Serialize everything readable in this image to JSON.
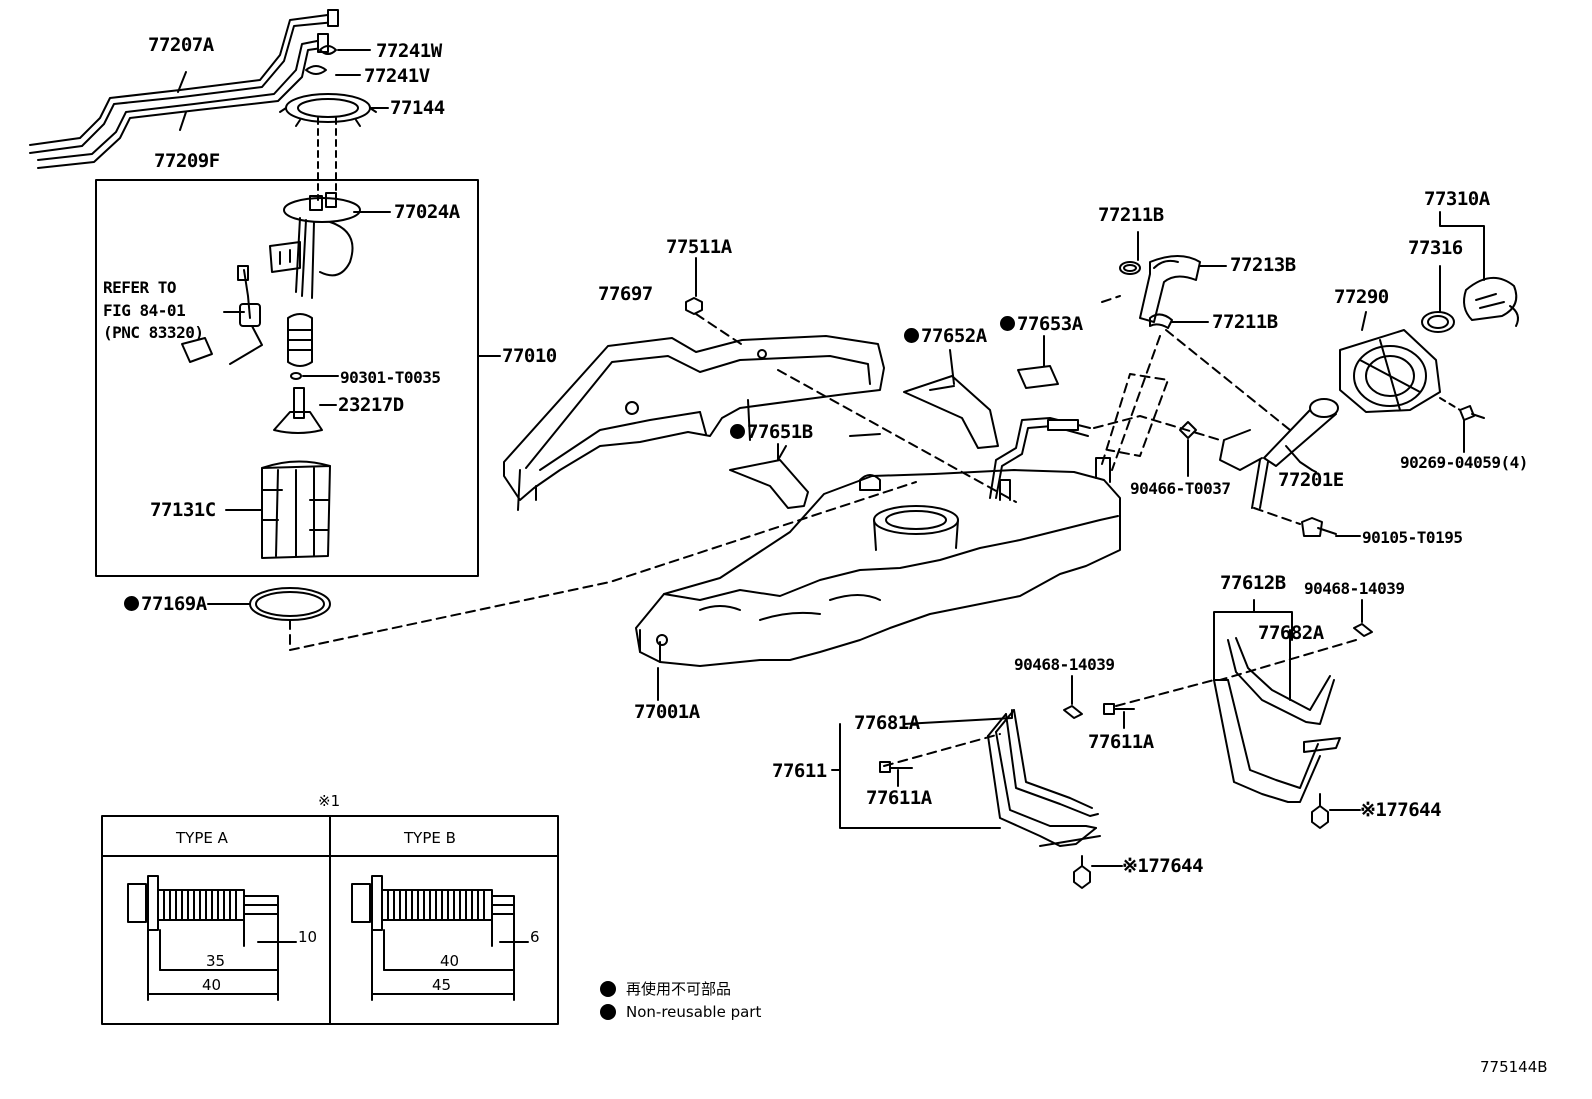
{
  "labels": {
    "p77207A": "77207A",
    "p77209F": "77209F",
    "p77241W": "77241W",
    "p77241V": "77241V",
    "p77144": "77144",
    "p77024A": "77024A",
    "p77010": "77010",
    "p90301": "90301-T0035",
    "p23217D": "23217D",
    "p77131C": "77131C",
    "p77169A": "77169A",
    "p77511A": "77511A",
    "p77697": "77697",
    "p77652A": "77652A",
    "p77653A": "77653A",
    "p77651B": "77651B",
    "p77211B_top": "77211B",
    "p77213B": "77213B",
    "p77211B_mid": "77211B",
    "p77310A": "77310A",
    "p77316": "77316",
    "p77290": "77290",
    "p90466": "90466-T0037",
    "p77201E": "77201E",
    "p90269": "90269-04059(4)",
    "p90105": "90105-T0195",
    "p77612B": "77612B",
    "p90468_right": "90468-14039",
    "p77682A": "77682A",
    "p90468_mid": "90468-14039",
    "p77611A_right": "77611A",
    "p77681A": "77681A",
    "p77611": "77611",
    "p77611A_left": "77611A",
    "p77644_right": "※177644",
    "p77644_mid": "※177644",
    "p77001A": "77001A",
    "refer_line1": "REFER TO",
    "refer_line2": "FIG 84-01",
    "refer_line3": "(PNC 83320)"
  },
  "inset": {
    "marker": "※1",
    "type_a": "TYPE A",
    "type_b": "TYPE B",
    "a_dim_10": "10",
    "a_dim_35": "35",
    "a_dim_40": "40",
    "b_dim_6": "6",
    "b_dim_40": "40",
    "b_dim_45": "45"
  },
  "legend": {
    "jp": "再使用不可部品",
    "en": "Non-reusable part"
  },
  "figure_id": "775144B"
}
